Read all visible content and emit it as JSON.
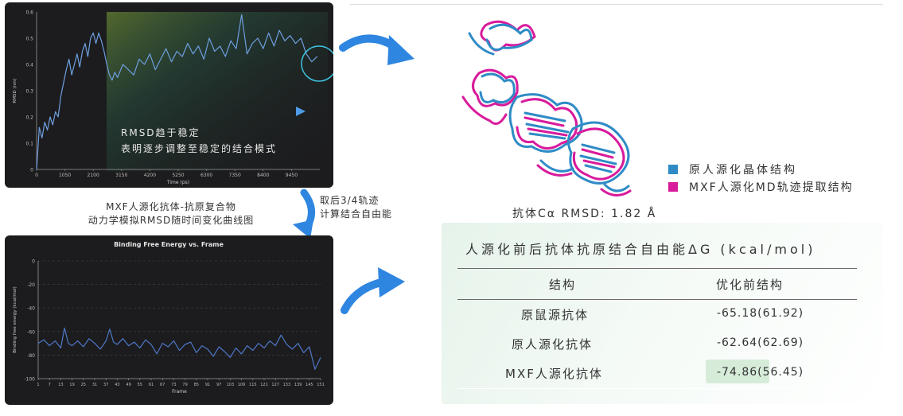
{
  "rmsd_panel": {
    "annotation_line1": "RMSD趋于稳定",
    "annotation_line2": "表明逐步调整至稳定的结合模式"
  },
  "rmsd_caption": {
    "line1": "MXF人源化抗体-抗原复合物",
    "line2": "动力学模拟RMSD随时间变化曲线图"
  },
  "arrow_caption": {
    "line1": "取后3/4轨迹",
    "line2": "计算结合自由能"
  },
  "structure": {
    "legend": [
      {
        "label": "原人源化晶体结构",
        "color": "#2e8bc6"
      },
      {
        "label": "MXF人源化MD轨迹提取结构",
        "color": "#d81b9c"
      }
    ],
    "rmsd_label": "抗体Cα RMSD: 1.82 Å"
  },
  "table": {
    "title": "人源化前后抗体抗原结合自由能ΔG (kcal/mol)",
    "headers": [
      "结构",
      "优化前结构"
    ],
    "rows": [
      {
        "label": "原鼠源抗体",
        "value": "-65.18(61.92)"
      },
      {
        "label": "原人源化抗体",
        "value": "-62.64(62.69)"
      },
      {
        "label": "MXF人源化抗体",
        "value": "-74.86(56.45)"
      }
    ]
  },
  "chart_data": [
    {
      "type": "line",
      "title": "",
      "xlabel": "Time (ps)",
      "ylabel": "RMSD (nm)",
      "xlim": [
        0,
        10500
      ],
      "ylim": [
        0,
        0.6
      ],
      "x_ticks": [
        "0",
        "1050",
        "2100",
        "3150",
        "4200",
        "5250",
        "6300",
        "7350",
        "8400",
        "9450"
      ],
      "y_ticks": [
        "0",
        "0.1",
        "0.2",
        "0.3",
        "0.4",
        "0.5",
        "0.6"
      ],
      "grid": false,
      "line_color": "#6e9fe0",
      "series": [
        {
          "x": [
            0,
            100,
            200,
            300,
            400,
            500,
            600,
            700,
            800,
            900,
            1000,
            1100,
            1200,
            1300,
            1400,
            1500,
            1600,
            1700,
            1800,
            1900,
            2000,
            2100,
            2200,
            2300,
            2400,
            2500,
            2600,
            2700,
            2800,
            2900,
            3000,
            3200,
            3400,
            3600,
            3800,
            4000,
            4200,
            4400,
            4600,
            4800,
            5000,
            5200,
            5400,
            5600,
            5800,
            6000,
            6200,
            6400,
            6600,
            6800,
            7000,
            7200,
            7400,
            7600,
            7800,
            8000,
            8200,
            8400,
            8600,
            8800,
            9000,
            9200,
            9400,
            9600,
            9800,
            10000,
            10200,
            10400
          ],
          "values": [
            0.0,
            0.16,
            0.12,
            0.18,
            0.15,
            0.2,
            0.17,
            0.22,
            0.2,
            0.28,
            0.33,
            0.38,
            0.42,
            0.36,
            0.4,
            0.44,
            0.39,
            0.45,
            0.48,
            0.43,
            0.5,
            0.52,
            0.48,
            0.52,
            0.49,
            0.45,
            0.4,
            0.36,
            0.34,
            0.37,
            0.35,
            0.4,
            0.38,
            0.36,
            0.42,
            0.4,
            0.44,
            0.38,
            0.42,
            0.46,
            0.41,
            0.45,
            0.43,
            0.48,
            0.44,
            0.47,
            0.42,
            0.5,
            0.45,
            0.47,
            0.43,
            0.49,
            0.46,
            0.59,
            0.44,
            0.48,
            0.5,
            0.46,
            0.52,
            0.47,
            0.53,
            0.49,
            0.51,
            0.48,
            0.5,
            0.44,
            0.41,
            0.43
          ]
        }
      ]
    },
    {
      "type": "line",
      "title": "Binding Free Energy vs. Frame",
      "xlabel": "Frame",
      "ylabel": "Binding free energy (kcal/mol)",
      "xlim": [
        1,
        151
      ],
      "ylim": [
        -100,
        0
      ],
      "x_ticks": [
        "1",
        "7",
        "13",
        "19",
        "25",
        "31",
        "37",
        "43",
        "49",
        "55",
        "61",
        "67",
        "73",
        "79",
        "85",
        "91",
        "97",
        "103",
        "109",
        "115",
        "121",
        "127",
        "133",
        "139",
        "145",
        "151"
      ],
      "y_ticks": [
        "0",
        "-20",
        "-40",
        "-60",
        "-80",
        "-100"
      ],
      "grid": true,
      "line_color": "#4f77c9",
      "series": [
        {
          "x": [
            1,
            4,
            7,
            10,
            13,
            15,
            17,
            19,
            22,
            25,
            28,
            31,
            34,
            37,
            39,
            41,
            43,
            46,
            49,
            52,
            55,
            58,
            61,
            64,
            67,
            70,
            73,
            76,
            79,
            82,
            85,
            88,
            91,
            94,
            97,
            100,
            103,
            106,
            109,
            112,
            115,
            118,
            121,
            124,
            127,
            130,
            133,
            136,
            139,
            142,
            145,
            148,
            151
          ],
          "values": [
            -70,
            -67,
            -72,
            -68,
            -74,
            -57,
            -70,
            -72,
            -68,
            -73,
            -66,
            -70,
            -75,
            -68,
            -58,
            -69,
            -71,
            -66,
            -72,
            -69,
            -74,
            -67,
            -71,
            -79,
            -70,
            -73,
            -68,
            -76,
            -71,
            -69,
            -78,
            -72,
            -75,
            -81,
            -73,
            -77,
            -82,
            -74,
            -79,
            -72,
            -76,
            -70,
            -74,
            -68,
            -72,
            -63,
            -71,
            -75,
            -70,
            -78,
            -73,
            -92,
            -82
          ]
        }
      ]
    }
  ]
}
